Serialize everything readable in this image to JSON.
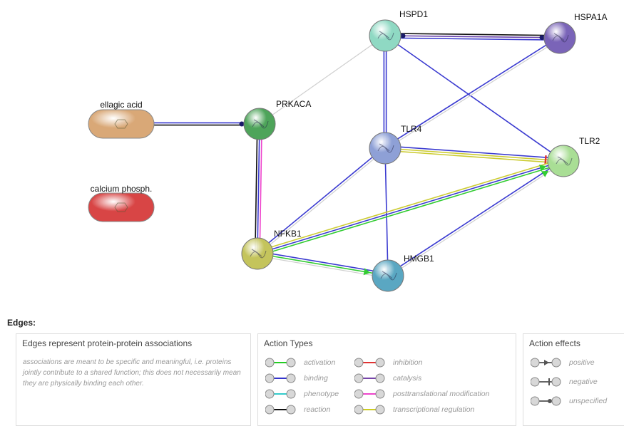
{
  "network": {
    "nodes": [
      {
        "id": "ellagic",
        "label": "ellagic acid",
        "kind": "chemical",
        "color": "#d9a877",
        "icon": "chemical-structure-icon"
      },
      {
        "id": "calcium",
        "label": "calcium phosph.",
        "kind": "chemical",
        "color": "#d84545",
        "icon": "chemical-structure-icon"
      },
      {
        "id": "prkaca",
        "label": "PRKACA",
        "kind": "protein",
        "color": "#4ea45a",
        "icon": "protein-structure-icon"
      },
      {
        "id": "hspd1",
        "label": "HSPD1",
        "kind": "protein",
        "color": "#8fd9c3",
        "icon": "protein-structure-icon"
      },
      {
        "id": "hspa1a",
        "label": "HSPA1A",
        "kind": "protein",
        "color": "#7a64b8",
        "icon": "protein-structure-icon"
      },
      {
        "id": "tlr4",
        "label": "TLR4",
        "kind": "protein",
        "color": "#8ea0d6",
        "icon": "protein-structure-icon"
      },
      {
        "id": "tlr2",
        "label": "TLR2",
        "kind": "protein",
        "color": "#a9de95",
        "icon": "protein-structure-icon"
      },
      {
        "id": "nfkb1",
        "label": "NFKB1",
        "kind": "protein",
        "color": "#c4c45c",
        "icon": "protein-structure-icon"
      },
      {
        "id": "hmgb1",
        "label": "HMGB1",
        "kind": "protein",
        "color": "#5aa7c2",
        "icon": "protein-structure-icon"
      }
    ],
    "edges": [
      {
        "from": "ellagic",
        "to": "prkaca",
        "types": [
          "binding",
          "reaction"
        ],
        "effect": "unspecified"
      },
      {
        "from": "prkaca",
        "to": "nfkb1",
        "types": [
          "posttranslational modification",
          "binding",
          "reaction"
        ],
        "effect": "none"
      },
      {
        "from": "prkaca",
        "to": "hspd1",
        "types": [
          "association"
        ],
        "effect": "none"
      },
      {
        "from": "hspd1",
        "to": "hspa1a",
        "types": [
          "reaction",
          "catalysis",
          "binding"
        ],
        "effect": "unspecified"
      },
      {
        "from": "hspd1",
        "to": "tlr4",
        "types": [
          "binding",
          "binding"
        ],
        "effect": "none"
      },
      {
        "from": "hspd1",
        "to": "tlr2",
        "types": [
          "binding"
        ],
        "effect": "none"
      },
      {
        "from": "hspa1a",
        "to": "tlr4",
        "types": [
          "association",
          "binding"
        ],
        "effect": "none"
      },
      {
        "from": "tlr4",
        "to": "tlr2",
        "types": [
          "binding",
          "transcriptional regulation",
          "transcriptional regulation"
        ],
        "effect": "negative"
      },
      {
        "from": "tlr4",
        "to": "nfkb1",
        "types": [
          "association",
          "binding"
        ],
        "effect": "none"
      },
      {
        "from": "tlr4",
        "to": "hmgb1",
        "types": [
          "binding"
        ],
        "effect": "none"
      },
      {
        "from": "nfkb1",
        "to": "tlr2",
        "types": [
          "transcriptional regulation",
          "binding",
          "activation"
        ],
        "effect": "positive"
      },
      {
        "from": "nfkb1",
        "to": "hmgb1",
        "types": [
          "binding",
          "activation",
          "association"
        ],
        "effect": "positive"
      },
      {
        "from": "hmgb1",
        "to": "tlr2",
        "types": [
          "binding",
          "association"
        ],
        "effect": "positive"
      }
    ]
  },
  "legend": {
    "heading": "Edges:",
    "description": {
      "title": "Edges represent protein-protein associations",
      "text": "associations are meant to be specific and meaningful, i.e. proteins jointly contribute to a shared function; this does not necessarily mean they are physically binding each other."
    },
    "action_types": {
      "title": "Action Types",
      "items": [
        {
          "label": "activation",
          "color": "#22cc22"
        },
        {
          "label": "inhibition",
          "color": "#e03333"
        },
        {
          "label": "binding",
          "color": "#3333cc"
        },
        {
          "label": "catalysis",
          "color": "#7744aa"
        },
        {
          "label": "phenotype",
          "color": "#33cccc"
        },
        {
          "label": "posttranslational modification",
          "color": "#ee44cc"
        },
        {
          "label": "reaction",
          "color": "#111111"
        },
        {
          "label": "transcriptional regulation",
          "color": "#cccc22"
        }
      ]
    },
    "action_effects": {
      "title": "Action effects",
      "items": [
        {
          "label": "positive",
          "marker": "arrow"
        },
        {
          "label": "negative",
          "marker": "bar"
        },
        {
          "label": "unspecified",
          "marker": "dot"
        }
      ]
    }
  }
}
